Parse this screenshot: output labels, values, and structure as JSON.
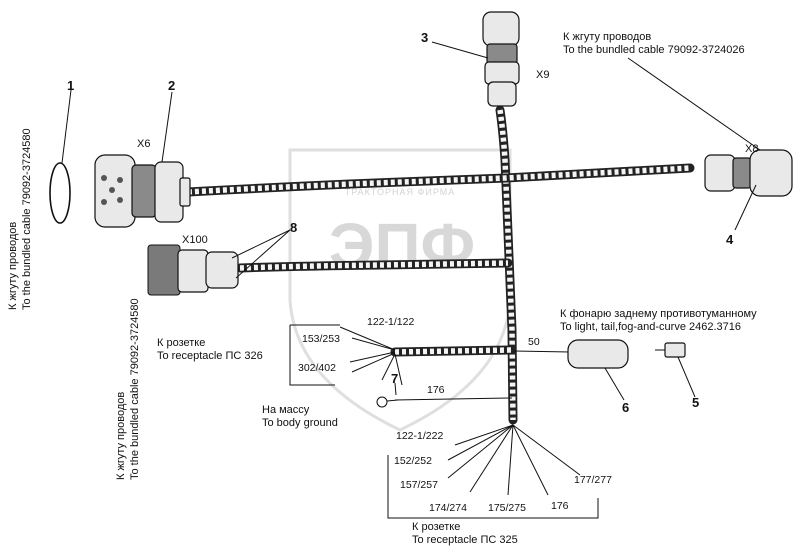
{
  "watermark": {
    "brand": "ЭПФ",
    "subtitle": "ТРАКТОРНАЯ ФИРМА"
  },
  "callouts": {
    "n1": "1",
    "n2": "2",
    "n3": "3",
    "n4": "4",
    "n5": "5",
    "n6": "6",
    "n7": "7",
    "n8": "8"
  },
  "connectors": {
    "x6": "X6",
    "x8": "X8",
    "x9": "X9",
    "x100": "X100"
  },
  "labels": {
    "top_ru": "К жгуту проводов",
    "top_en": "To the bundled cable 79092-3724026",
    "left1_ru": "К жгуту проводов",
    "left1_en": "To the bundled cable 79092-3724580",
    "left2_ru": "К жгуту проводов",
    "left2_en": "To the bundled cable 79092-3724580",
    "socket326_ru": "К розетке",
    "socket326_en": "To receptacle ПС 326",
    "ground_ru": "На массу",
    "ground_en": "To body ground",
    "fog_ru": "К фонарю заднему противотуманному",
    "fog_en": "To light, tail,fog-and-curve 2462.3716",
    "socket325_ru": "К розетке",
    "socket325_en": "To receptacle ПС 325"
  },
  "wires": {
    "w122_122": "122-1/122",
    "w153_253": "153/253",
    "w302_402": "302/402",
    "w176a": "176",
    "w50": "50",
    "w122_222": "122-1/222",
    "w152_252": "152/252",
    "w157_257": "157/257",
    "w174_274": "174/274",
    "w175_275": "175/275",
    "w176b": "176",
    "w177_277": "177/277"
  }
}
